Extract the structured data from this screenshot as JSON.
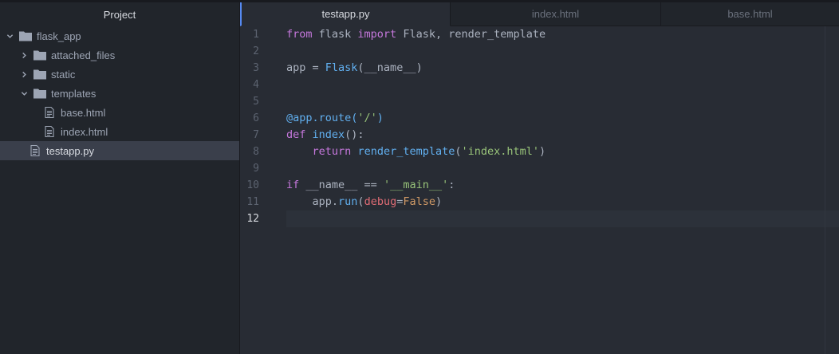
{
  "sidebar": {
    "title": "Project",
    "tree": [
      {
        "label": "flask_app",
        "type": "folder",
        "expanded": true,
        "depth": 0
      },
      {
        "label": "attached_files",
        "type": "folder",
        "expanded": false,
        "depth": 1
      },
      {
        "label": "static",
        "type": "folder",
        "expanded": false,
        "depth": 1
      },
      {
        "label": "templates",
        "type": "folder",
        "expanded": true,
        "depth": 1
      },
      {
        "label": "base.html",
        "type": "file",
        "depth": 2
      },
      {
        "label": "index.html",
        "type": "file",
        "depth": 2
      },
      {
        "label": "testapp.py",
        "type": "file",
        "depth": 1,
        "selected": true
      }
    ]
  },
  "tabs": [
    {
      "label": "testapp.py",
      "active": true
    },
    {
      "label": "index.html",
      "active": false
    },
    {
      "label": "base.html",
      "active": false
    }
  ],
  "editor": {
    "line_numbers": [
      "1",
      "2",
      "3",
      "4",
      "5",
      "6",
      "7",
      "8",
      "9",
      "10",
      "11",
      "12"
    ],
    "current_line": 12,
    "lines": [
      [
        {
          "t": "from",
          "c": "kw"
        },
        {
          "t": " flask ",
          "c": "txt"
        },
        {
          "t": "import",
          "c": "kw"
        },
        {
          "t": " Flask, render_template",
          "c": "txt"
        }
      ],
      [],
      [
        {
          "t": "app = ",
          "c": "txt"
        },
        {
          "t": "Flask",
          "c": "fn"
        },
        {
          "t": "(__name__)",
          "c": "txt"
        }
      ],
      [],
      [],
      [
        {
          "t": "@app.route(",
          "c": "dec"
        },
        {
          "t": "'/'",
          "c": "str"
        },
        {
          "t": ")",
          "c": "dec"
        }
      ],
      [
        {
          "t": "def",
          "c": "kw"
        },
        {
          "t": " ",
          "c": "txt"
        },
        {
          "t": "index",
          "c": "fn"
        },
        {
          "t": "():",
          "c": "txt"
        }
      ],
      [
        {
          "t": "    ",
          "c": "txt"
        },
        {
          "t": "return",
          "c": "kw"
        },
        {
          "t": " ",
          "c": "txt"
        },
        {
          "t": "render_template",
          "c": "fn"
        },
        {
          "t": "(",
          "c": "txt"
        },
        {
          "t": "'index.html'",
          "c": "str"
        },
        {
          "t": ")",
          "c": "txt"
        }
      ],
      [],
      [
        {
          "t": "if",
          "c": "kw"
        },
        {
          "t": " __name__ == ",
          "c": "txt"
        },
        {
          "t": "'__main__'",
          "c": "str"
        },
        {
          "t": ":",
          "c": "txt"
        }
      ],
      [
        {
          "t": "    app.",
          "c": "txt"
        },
        {
          "t": "run",
          "c": "fn"
        },
        {
          "t": "(",
          "c": "txt"
        },
        {
          "t": "debug",
          "c": "par"
        },
        {
          "t": "=",
          "c": "txt"
        },
        {
          "t": "False",
          "c": "bool"
        },
        {
          "t": ")",
          "c": "txt"
        }
      ],
      []
    ]
  },
  "colors": {
    "sidebar_bg": "#21252b",
    "editor_bg": "#282c34",
    "accent": "#568af2",
    "selected_row": "#3a3f4b"
  },
  "icons": {
    "folder": "folder-icon",
    "file": "file-text-icon",
    "expanded": "chevron-down-icon",
    "collapsed": "chevron-right-icon"
  }
}
